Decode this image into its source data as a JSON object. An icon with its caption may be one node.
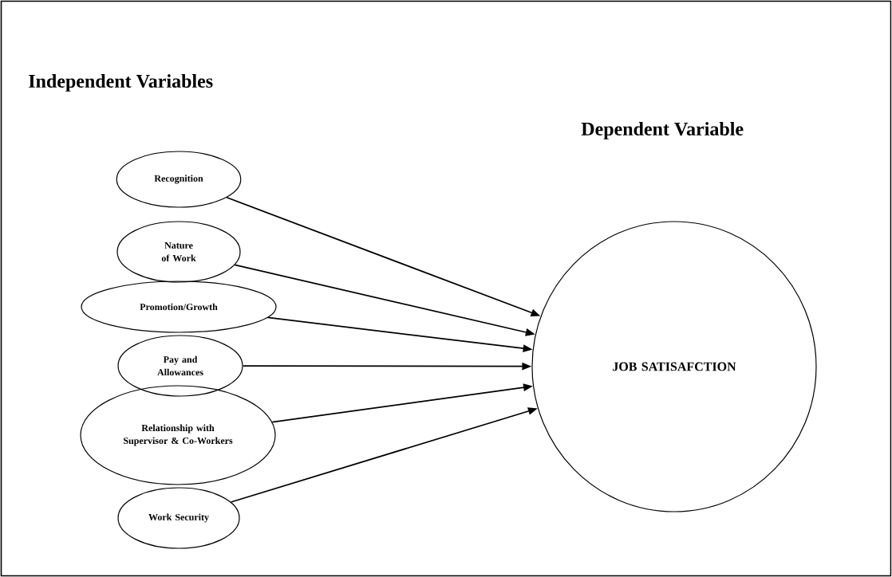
{
  "diagram": {
    "nodes": [
      {
        "text": [
          "Recognition"
        ]
      },
      {
        "text": [
          "Nature of Work"
        ]
      },
      {
        "text": [
          "Promotion/Growth"
        ]
      },
      {
        "text": [
          "Pay and Allowances"
        ]
      },
      {
        "text": [
          "Relationship with Supervisor & Co-Workers"
        ]
      },
      {
        "text": [
          "Work Security"
        ]
      },
      {
        "text": [
          "JOB SATISAFCTION"
        ]
      }
    ],
    "edges": [
      {
        "from": 0,
        "to": 6,
        "arrow": "to"
      },
      {
        "from": 1,
        "to": 6,
        "arrow": "to"
      },
      {
        "from": 2,
        "to": 6,
        "arrow": "to"
      },
      {
        "from": 3,
        "to": 6,
        "arrow": "to"
      },
      {
        "from": 4,
        "to": 6,
        "arrow": "to"
      },
      {
        "from": 5,
        "to": 6,
        "arrow": "to"
      }
    ],
    "labels": [
      "Independent Variables",
      "Dependent Variable"
    ]
  }
}
